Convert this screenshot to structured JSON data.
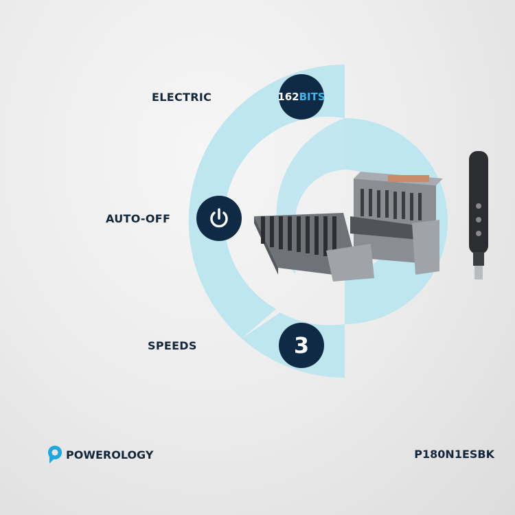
{
  "features": [
    {
      "label": "ELECTRIC",
      "badge_number": "162",
      "badge_unit": "BITS"
    },
    {
      "label": "AUTO-OFF",
      "badge_icon": "power-icon"
    },
    {
      "label": "SPEEDS",
      "badge_number": "3"
    }
  ],
  "brand": {
    "name": "POWEROLOGY",
    "logo_icon": "powerology-logo-icon"
  },
  "model": "P180N1ESBK",
  "colors": {
    "accent": "#bde6ef",
    "badge": "#0f2a44",
    "brand_blue": "#1ea7e1",
    "text": "#12263a"
  }
}
